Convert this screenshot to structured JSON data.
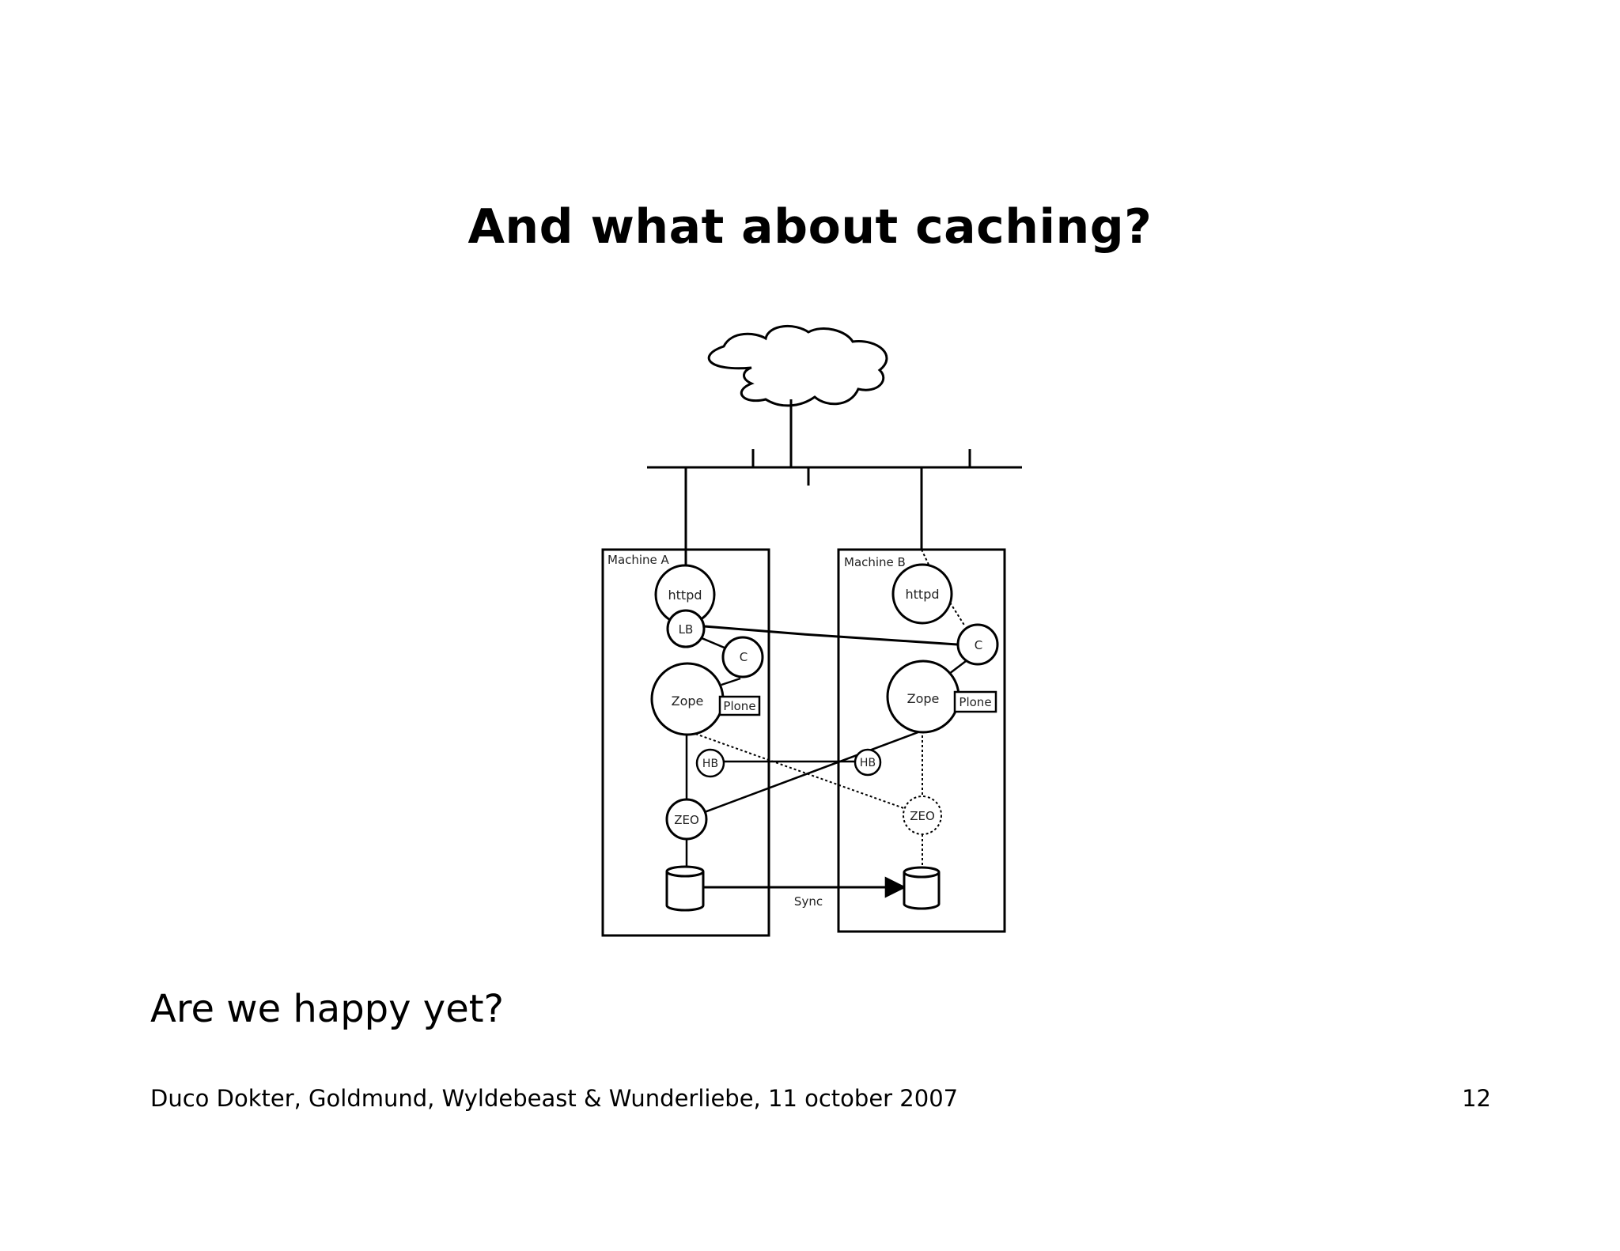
{
  "slide": {
    "title": "And what about caching?",
    "body_text": "Are we happy yet?",
    "footer": "Duco Dokter, Goldmund, Wyldebeast & Wunderliebe, 11 october 2007",
    "page_number": "12"
  },
  "diagram": {
    "machine_a": {
      "label": "Machine A",
      "httpd": "httpd",
      "lb": "LB",
      "cache": "C",
      "zope": "Zope",
      "plone": "Plone",
      "hb": "HB",
      "zeo": "ZEO"
    },
    "machine_b": {
      "label": "Machine B",
      "httpd": "httpd",
      "cache": "C",
      "zope": "Zope",
      "plone": "Plone",
      "hb": "HB",
      "zeo": "ZEO"
    },
    "sync_label": "Sync"
  }
}
